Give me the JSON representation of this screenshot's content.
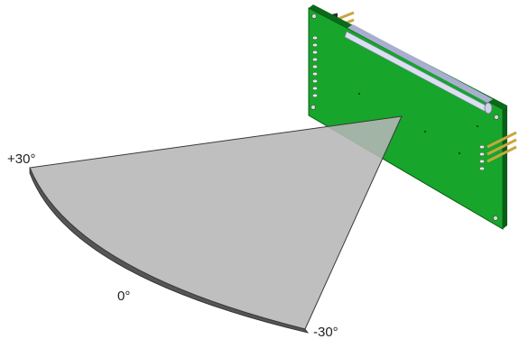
{
  "labels": {
    "plus_30": "+30°",
    "zero": "0°",
    "minus_30": "-30°"
  },
  "colors": {
    "pcb_green": "#16a32a",
    "pcb_edge": "#0a5c17",
    "cone_fill": "#b6b6b6",
    "cone_edge": "#3a3a3a",
    "tube_fill": "#cfd2e6",
    "pin_gold": "#c8a640"
  }
}
